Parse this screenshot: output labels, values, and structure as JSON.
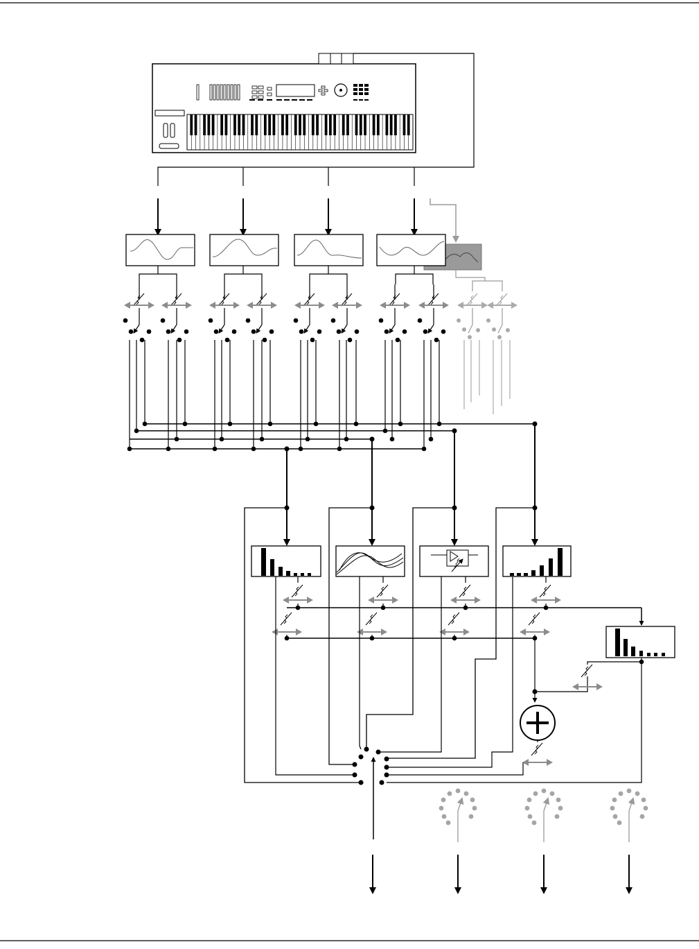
{
  "diagram": {
    "description_free": true,
    "keyboard": {
      "visible": true
    },
    "modules": {
      "waveforms": [
        "waveform-1",
        "waveform-2",
        "waveform-3",
        "waveform-4",
        "waveform-5-inactive"
      ],
      "processors": [
        "bar-level-processor",
        "layered-wave-processor",
        "amplifier-processor",
        "rising-bar-processor",
        "secondary-bar-processor"
      ],
      "summer": {
        "symbol": "+"
      }
    },
    "outputs": {
      "count": 4
    },
    "colors": {
      "line": "#000000",
      "inactive": "#9a9a9a",
      "accent_box": "#999999",
      "double_arrow": "#8c8c8c"
    }
  }
}
